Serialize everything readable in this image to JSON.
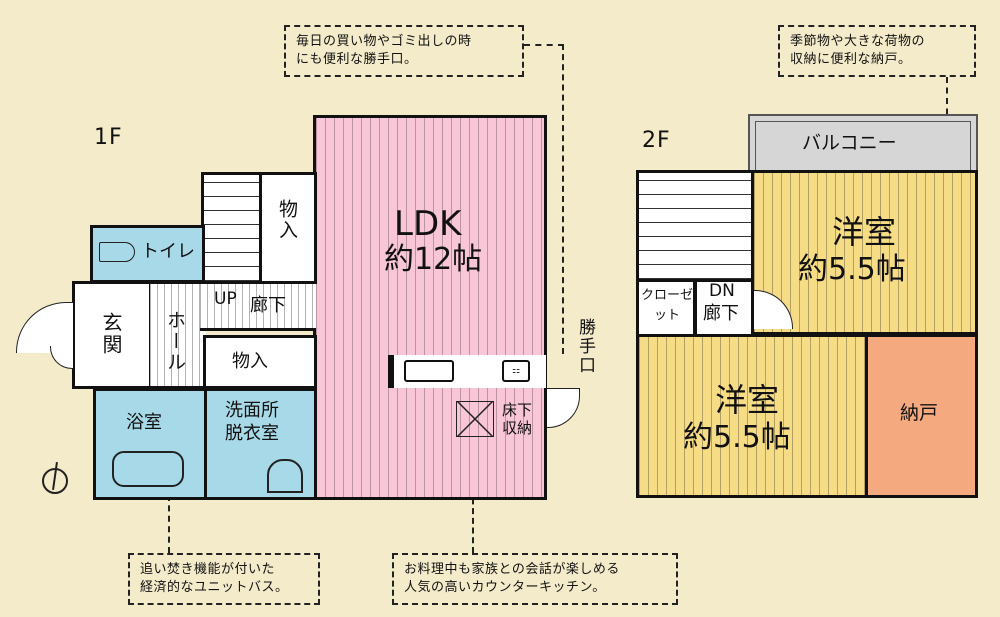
{
  "floors": {
    "first": {
      "label": "1F"
    },
    "second": {
      "label": "2F"
    }
  },
  "rooms_1f": {
    "toilet": "トイレ",
    "storage_upper": "物入",
    "storage_lower": "物入",
    "entrance": "玄関",
    "hall": "ホール",
    "up": "UP",
    "corridor": "廊下",
    "ldk_name": "LDK",
    "ldk_size": "約12帖",
    "bath": "浴室",
    "washroom_line1": "洗面所",
    "washroom_line2": "脱衣室",
    "underfloor_storage": "床下収納",
    "back_door": "勝手口"
  },
  "rooms_2f": {
    "balcony": "バルコニー",
    "western_room_1_name": "洋室",
    "western_room_1_size": "約5.5帖",
    "western_room_2_name": "洋室",
    "western_room_2_size": "約5.5帖",
    "closet": "クローゼット",
    "down": "DN",
    "corridor": "廊下",
    "storeroom": "納戸"
  },
  "callouts": {
    "back_door_note": {
      "line1": "毎日の買い物やゴミ出しの時",
      "line2": "にも便利な勝手口。"
    },
    "storeroom_note": {
      "line1": "季節物や大きな荷物の",
      "line2": "収納に便利な納戸。"
    },
    "bath_note": {
      "line1": "追い焚き機能が付いた",
      "line2": "経済的なユニットバス。"
    },
    "kitchen_note": {
      "line1": "お料理中も家族との会話が楽しめる",
      "line2": "人気の高いカウンターキッチン。"
    }
  },
  "icons": {
    "compass": "north-arrow-icon"
  },
  "colors": {
    "background": "#f4ebca",
    "ldk": "#f8c6d6",
    "western_room": "#f7dc86",
    "wet_area": "#a8d9e8",
    "storeroom": "#f5a97e",
    "balcony": "#d6d6d6"
  }
}
